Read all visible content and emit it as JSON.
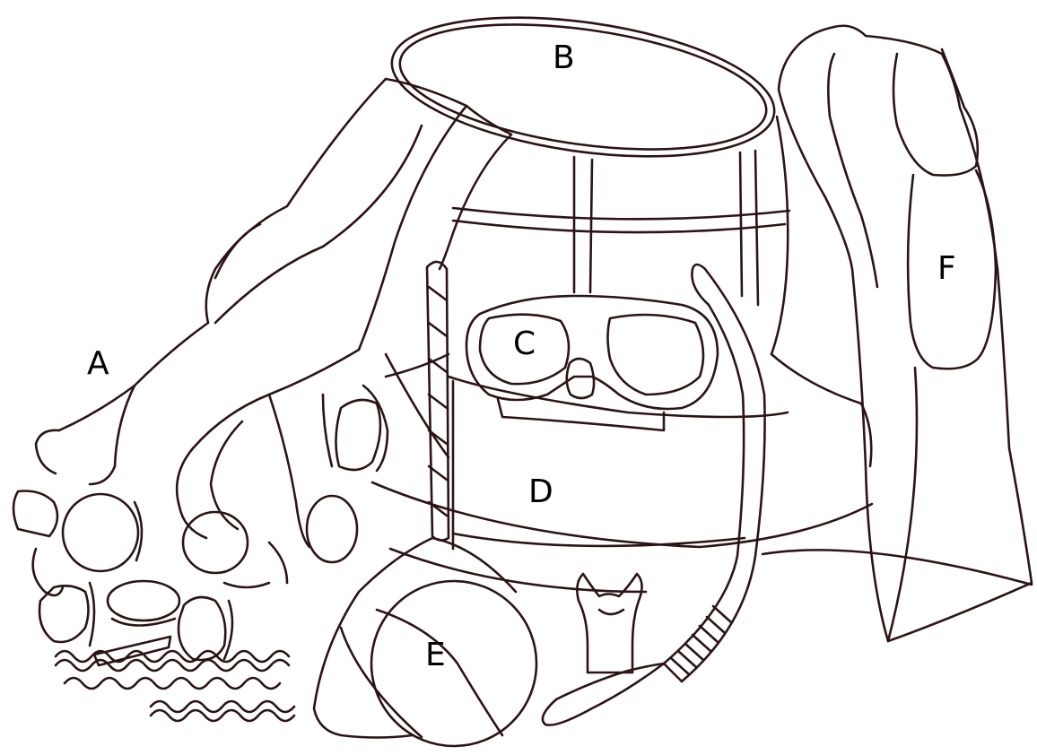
{
  "colors": {
    "line": "#2d1414",
    "background": "#ffffff",
    "label": "#000000"
  },
  "labels": {
    "a": "A",
    "b": "B",
    "c": "C",
    "d": "D",
    "e": "E",
    "f": "F"
  }
}
